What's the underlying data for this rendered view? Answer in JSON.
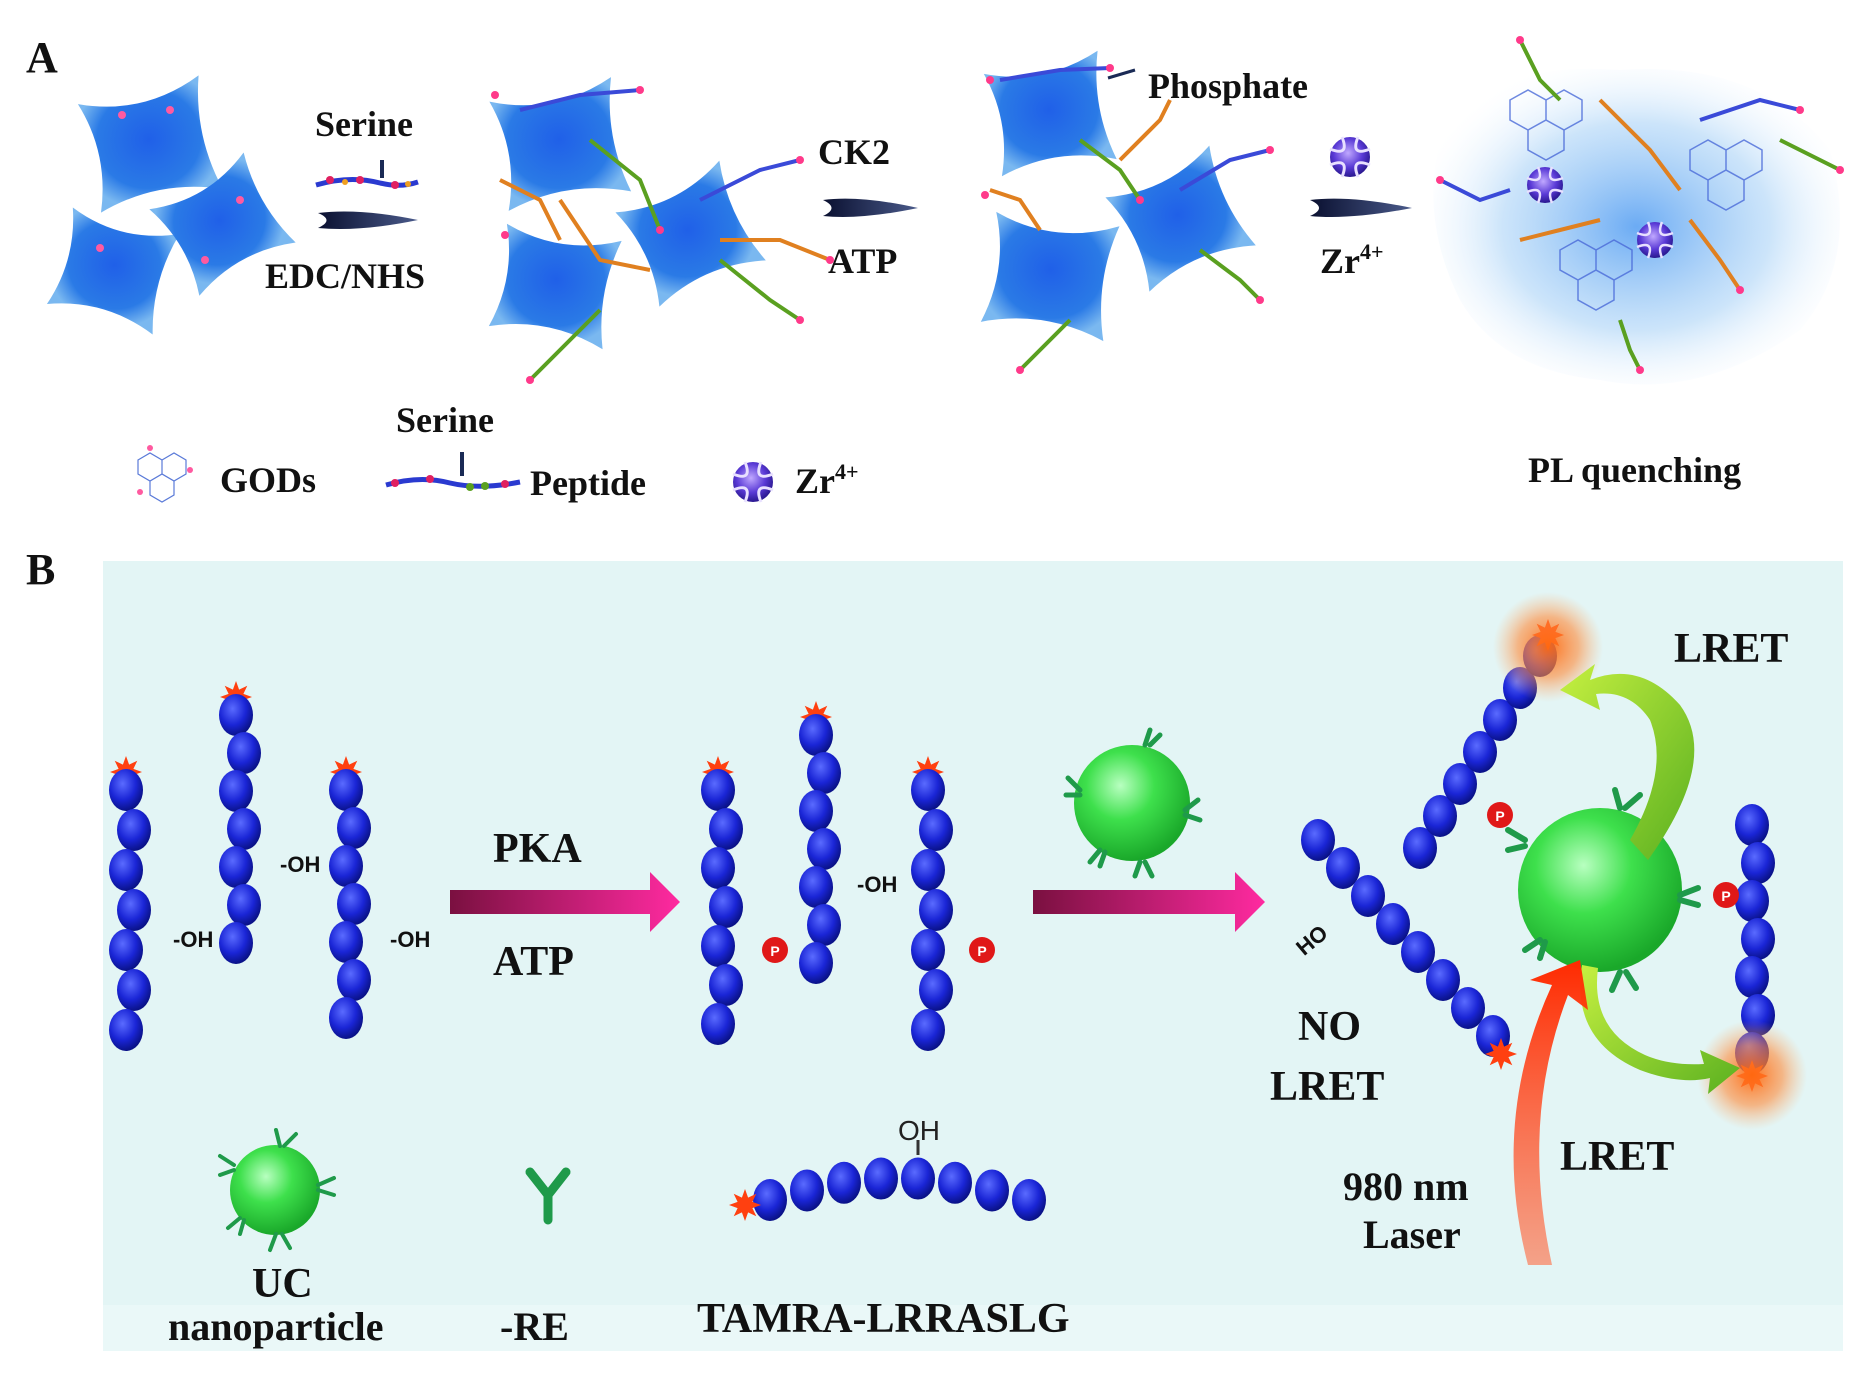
{
  "panel_a": {
    "label": "A",
    "step1_top": "Serine",
    "step1_bottom": "EDC/NHS",
    "step2_top": "CK2",
    "step2_bottom": "ATP",
    "phosphate": "Phosphate",
    "step3_bottom": "Zr",
    "step3_sup": "4+",
    "result": "PL quenching",
    "legend": {
      "gods": "GODs",
      "serine": "Serine",
      "peptide": "Peptide",
      "zr": "Zr",
      "zr_sup": "4+"
    }
  },
  "panel_b": {
    "label": "B",
    "oh": "-OH",
    "pka": "PKA",
    "atp": "ATP",
    "p": "P",
    "ho": "HO",
    "no_lret_1": "NO",
    "no_lret_2": "LRET",
    "lret_top": "LRET",
    "lret_bottom": "LRET",
    "laser_1": "980 nm",
    "laser_2": "Laser",
    "legend": {
      "uc_1": "UC",
      "uc_2": "nanoparticle",
      "re": "-RE",
      "tamra": "TAMRA-LRRASLG",
      "tamra_oh": "OH"
    }
  },
  "colors": {
    "panel_b_bg": "#e3f5f5",
    "bead": "#1a25d6",
    "star": "#ff4010",
    "nanoparticle": "#3ddc4a",
    "receptor": "#1f9a4a",
    "phospho": "#e01818",
    "quantum_dot": "#2f6fe0",
    "arrow_a": "#1b2a55",
    "arrow_b_start": "#7a1040",
    "arrow_b_end": "#ff2aa0",
    "lret_arrow": "#8fd12a",
    "laser_arrow": "#ff3a10"
  }
}
